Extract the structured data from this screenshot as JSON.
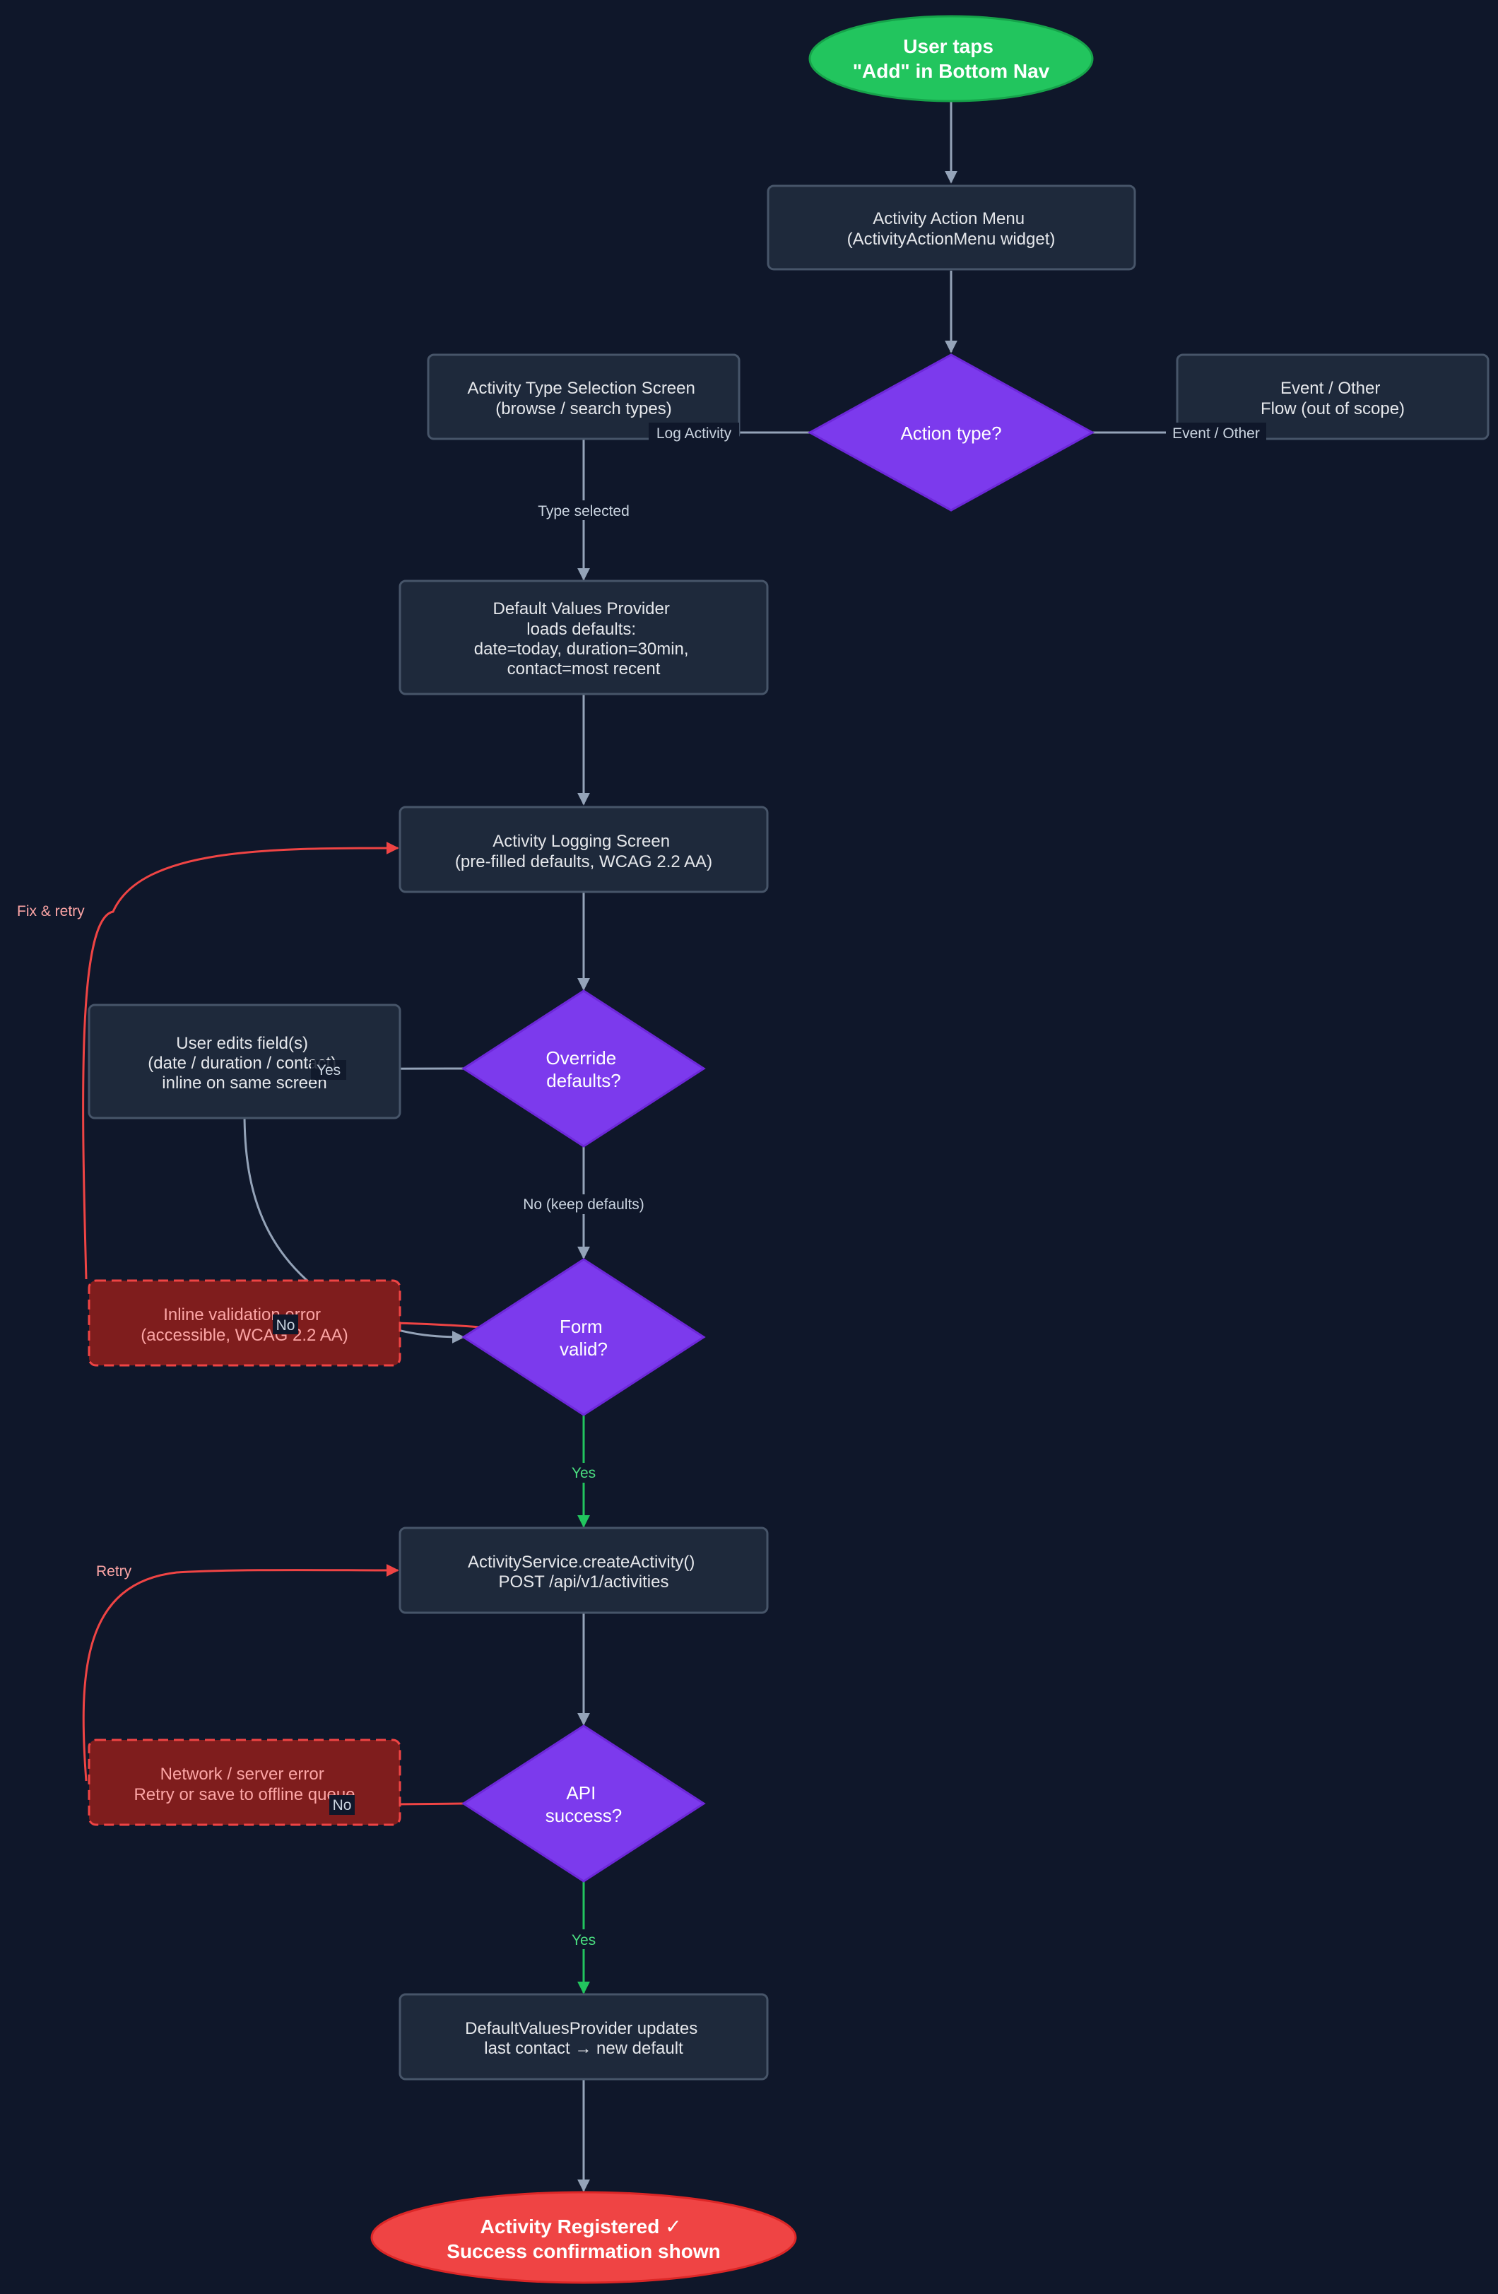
{
  "nodes": {
    "start": {
      "lines": [
        "User taps",
        "\"Add\" in Bottom Nav"
      ]
    },
    "menu": {
      "lines": [
        "Activity Action Menu",
        "(ActivityActionMenu widget)"
      ]
    },
    "type_select": {
      "lines": [
        "Activity Type Selection Screen",
        "(browse / search types)"
      ]
    },
    "action_type": {
      "lines": [
        "Action type?"
      ]
    },
    "event_other": {
      "lines": [
        "Event / Other",
        "Flow (out of scope)"
      ]
    },
    "defaults": {
      "lines": [
        "Default Values Provider",
        "loads defaults:",
        "date=today, duration=30min,",
        "contact=most recent"
      ]
    },
    "logging": {
      "lines": [
        "Activity Logging Screen",
        "(pre-filled defaults, WCAG 2.2 AA)"
      ]
    },
    "user_edits": {
      "lines": [
        "User edits field(s)",
        "(date / duration / contact)",
        "inline on same screen"
      ]
    },
    "override": {
      "lines": [
        "Override",
        "defaults?"
      ]
    },
    "validation_error": {
      "lines": [
        "Inline validation error",
        "(accessible, WCAG 2.2 AA)"
      ]
    },
    "form_valid": {
      "lines": [
        "Form",
        "valid?"
      ]
    },
    "create": {
      "lines": [
        "ActivityService.createActivity()",
        "POST /api/v1/activities"
      ]
    },
    "network_error": {
      "lines": [
        "Network / server error",
        "Retry or save to offline queue"
      ]
    },
    "api_success": {
      "lines": [
        "API",
        "success?"
      ]
    },
    "update_defaults": {
      "lines": [
        "DefaultValuesProvider updates",
        "last contact → new default"
      ]
    },
    "end": {
      "lines": [
        "Activity Registered ✓",
        "Success confirmation shown"
      ]
    }
  },
  "edge_labels": {
    "log_activity": "Log Activity",
    "event_other": "Event / Other",
    "type_selected": "Type selected",
    "override_yes": "Yes",
    "no_keep": "No (keep defaults)",
    "form_no": "No",
    "form_yes": "Yes",
    "fix_retry": "Fix & retry",
    "api_no": "No",
    "api_yes": "Yes",
    "retry": "Retry"
  },
  "colors": {
    "background": "#0f172a",
    "process_fill": "#1e293b",
    "process_stroke": "#475569",
    "decision_fill": "#7c3aed",
    "start_fill": "#22c55e",
    "end_fill": "#ef4444",
    "error_fill": "#7f1d1d",
    "error_stroke": "#ef4444",
    "edge": "#94a3b8",
    "edge_success": "#22c55e",
    "edge_error": "#ef4444"
  }
}
